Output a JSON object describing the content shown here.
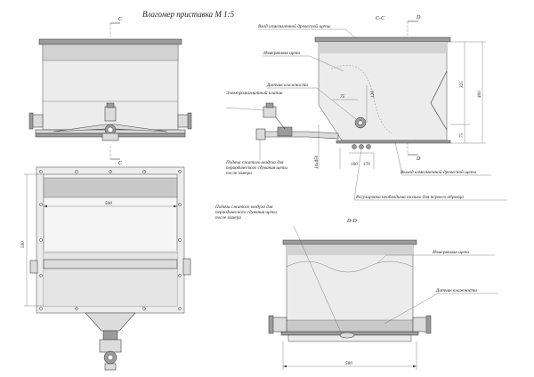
{
  "title": "Влагомер приставка М 1:5",
  "views": {
    "cc": "C-C",
    "dd": "D-D"
  },
  "section_markers": {
    "c_top": "C",
    "c_bottom": "C",
    "d_top": "D",
    "d_bottom": "D"
  },
  "labels": {
    "chip_inlet": "Вход измельченной древесной щепы",
    "measure_chip_cc": "Измеряемая щепа",
    "humidity_sensor_cc": "Датчик влажности",
    "solenoid_valve": "Электромагнитный клапан",
    "air_supply_left": "Подача сжатого воздуха для периодического сдувания щепы после замера",
    "chip_outlet": "Выход измельченной древесной щепы",
    "adjustment_note": "Регулировка необходима только для первого образца",
    "air_supply_dd": "Подача сжатого воздуха для периодического сдувания щепы после замера",
    "measure_chip_dd": "Измеряемая щепа",
    "humidity_sensor_dd": "Датчик влажности"
  },
  "dimensions": {
    "plan_width": "500",
    "plan_depth": "500",
    "cc_325": "325",
    "cc_400": "400",
    "cc_75_right": "75",
    "cc_75_left": "75",
    "cc_120": "120",
    "cc_100": "100",
    "cc_170": "170",
    "cc_10x450": "10x450",
    "dd_500": "500"
  }
}
